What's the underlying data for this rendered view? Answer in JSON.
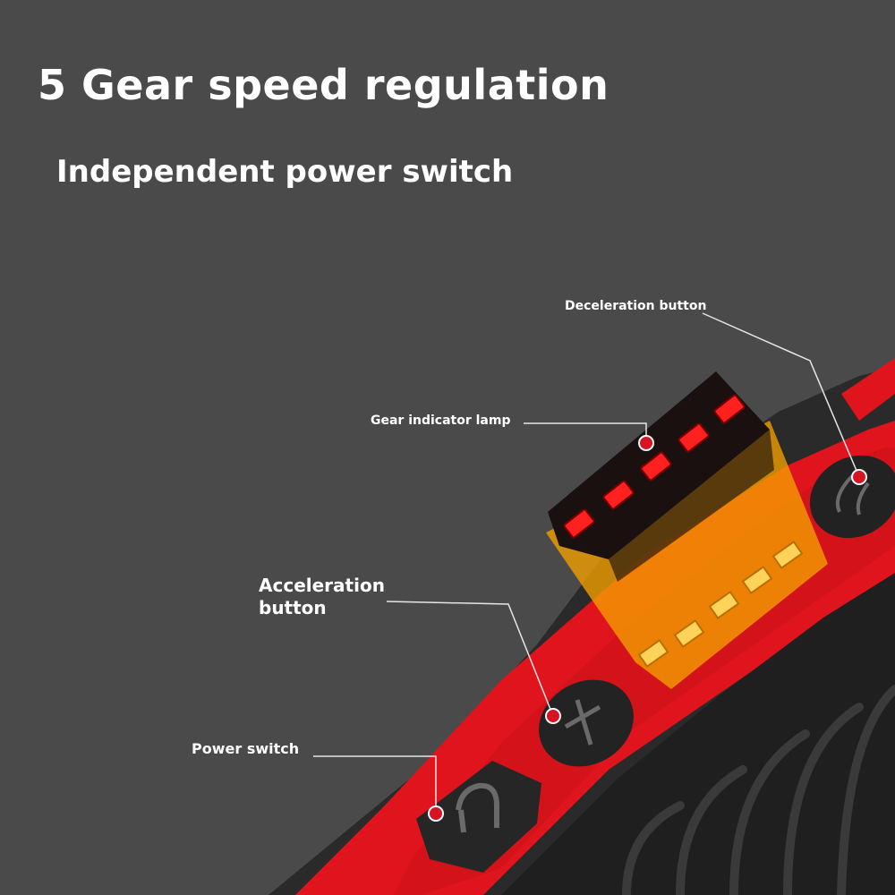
{
  "headline": "5 Gear speed regulation",
  "subhead": "Independent power switch",
  "callouts": {
    "deceleration": "Deceleration button",
    "gear_lamp": "Gear indicator lamp",
    "acceleration_line1": "Acceleration",
    "acceleration_line2": "button",
    "power": "Power switch"
  },
  "colors": {
    "background": "#4a4a4b",
    "body_red": "#e0141c",
    "body_black": "#262626",
    "lamp_red": "#ff2020",
    "highlight_amber": "#f5a000",
    "marker_red": "#d81424"
  },
  "icons": [
    "plus-icon",
    "minus-icon",
    "power-icon"
  ],
  "gear_count": 5
}
